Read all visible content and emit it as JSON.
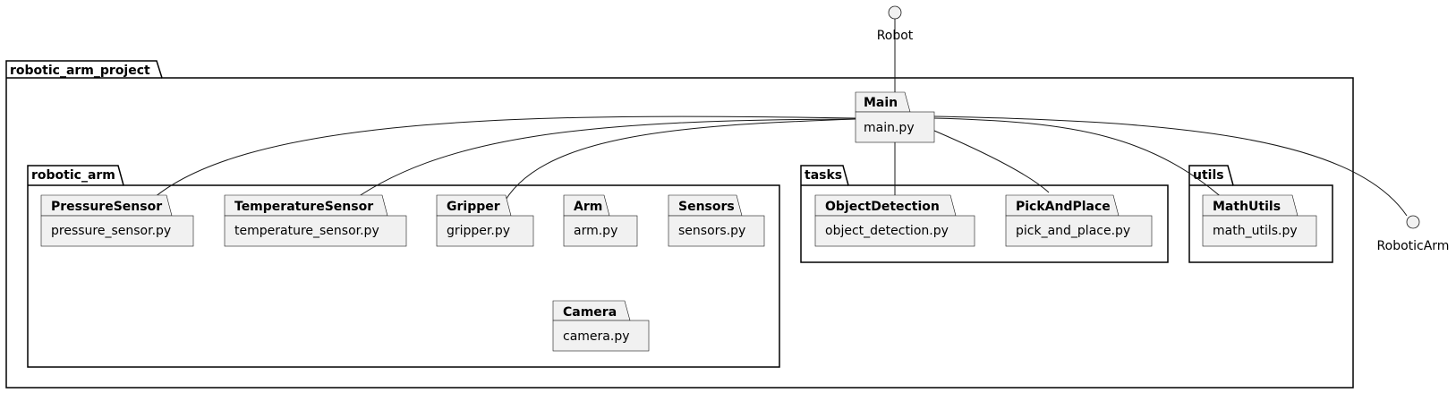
{
  "diagram": {
    "frames": {
      "project": "robotic_arm_project",
      "robotic_arm": "robotic_arm",
      "tasks": "tasks",
      "utils": "utils"
    },
    "components": {
      "main": {
        "name": "Main",
        "file": "main.py"
      },
      "pressure": {
        "name": "PressureSensor",
        "file": "pressure_sensor.py"
      },
      "temperature": {
        "name": "TemperatureSensor",
        "file": "temperature_sensor.py"
      },
      "gripper": {
        "name": "Gripper",
        "file": "gripper.py"
      },
      "arm": {
        "name": "Arm",
        "file": "arm.py"
      },
      "sensors": {
        "name": "Sensors",
        "file": "sensors.py"
      },
      "camera": {
        "name": "Camera",
        "file": "camera.py"
      },
      "objdet": {
        "name": "ObjectDetection",
        "file": "object_detection.py"
      },
      "pickplace": {
        "name": "PickAndPlace",
        "file": "pick_and_place.py"
      },
      "mathutils": {
        "name": "MathUtils",
        "file": "math_utils.py"
      }
    },
    "interfaces": {
      "robot": "Robot",
      "roboticarm": "RoboticArm"
    },
    "links": [
      {
        "from": "robot",
        "to": "main"
      },
      {
        "from": "main",
        "to": "pressure"
      },
      {
        "from": "main",
        "to": "temperature"
      },
      {
        "from": "main",
        "to": "gripper"
      },
      {
        "from": "main",
        "to": "objdet"
      },
      {
        "from": "main",
        "to": "pickplace"
      },
      {
        "from": "main",
        "to": "mathutils"
      },
      {
        "from": "main",
        "to": "roboticarm"
      }
    ]
  }
}
